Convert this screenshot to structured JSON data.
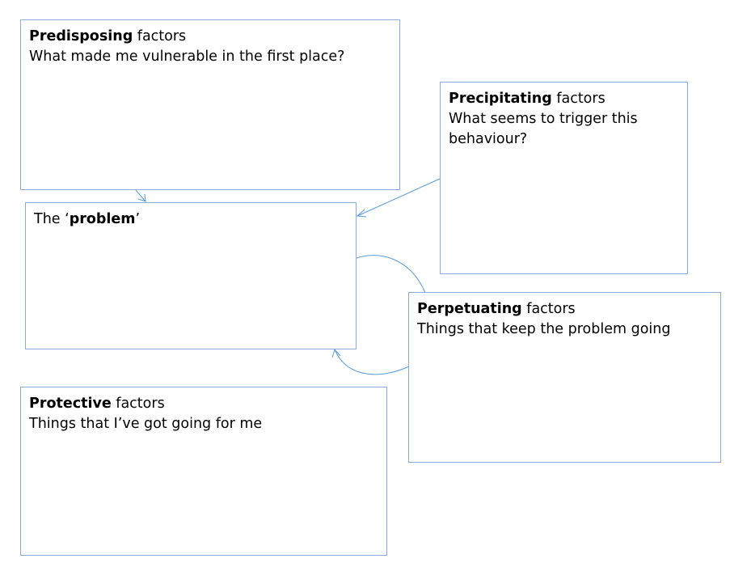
{
  "predisposing": {
    "title_bold": "Predisposing",
    "title_rest": " factors",
    "question": "What made me vulnerable in the first place?"
  },
  "precipitating": {
    "title_bold": "Precipitating",
    "title_rest": " factors",
    "question_line1": "What seems to trigger this",
    "question_line2": "behaviour?"
  },
  "problem": {
    "prefix": "The ‘",
    "bold": "problem",
    "suffix": "’"
  },
  "perpetuating": {
    "title_bold": "Perpetuating",
    "title_rest": " factors",
    "description": "Things that keep the problem going"
  },
  "protective": {
    "title_bold": "Protective",
    "title_rest": " factors",
    "description": "Things that I’ve got going for me"
  },
  "colors": {
    "border": "#8eaadb",
    "connector": "#5b9bd5"
  }
}
